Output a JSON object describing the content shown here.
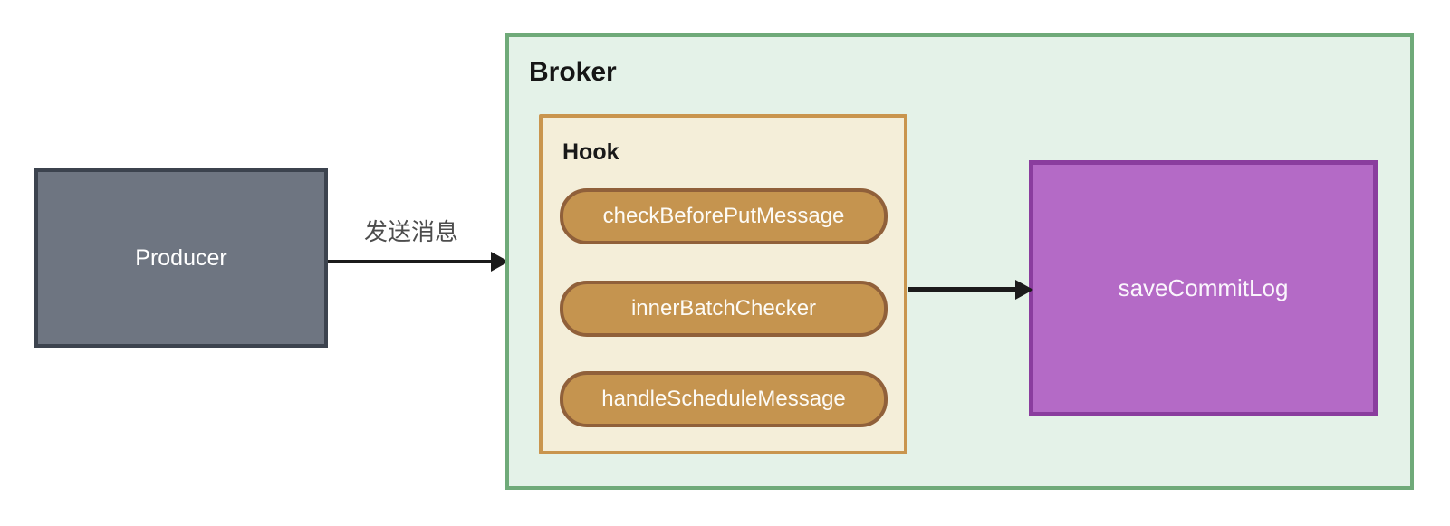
{
  "diagram": {
    "producer": {
      "label": "Producer"
    },
    "send_edge": {
      "label": "发送消息"
    },
    "broker": {
      "title": "Broker",
      "hook": {
        "title": "Hook",
        "items": [
          "checkBeforePutMessage",
          "innerBatchChecker",
          "handleScheduleMessage"
        ]
      },
      "save_commit_log": {
        "label": "saveCommitLog"
      }
    },
    "colors": {
      "producer_fill": "#6e7581",
      "producer_border": "#3c434e",
      "broker_fill": "#e4f2e8",
      "broker_border": "#6faa79",
      "hook_fill": "#f4eed9",
      "hook_border": "#c9954e",
      "pill_fill": "#c5944f",
      "pill_border": "#90603a",
      "save_commit_log_fill": "#b46ac6",
      "save_commit_log_border": "#8a3d9e",
      "arrow": "#1b1b1b",
      "edge_label_text": "#4d4d4d"
    }
  }
}
